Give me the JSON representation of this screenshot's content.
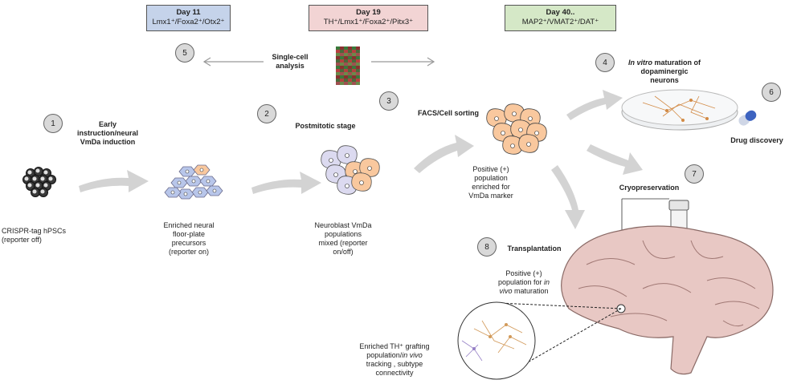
{
  "days": [
    {
      "title": "Day 11",
      "markers": "Lmx1⁺/Foxa2⁺/Otx2⁺",
      "color": "#c5d3ea"
    },
    {
      "title": "Day 19",
      "markers": "TH⁺/Lmx1⁺/Foxa2⁺/Pitx3⁺",
      "color": "#f2d4d4"
    },
    {
      "title": "Day 40..",
      "markers": "MAP2⁺/VMAT2⁺/DAT⁺",
      "color": "#d5e8c7"
    }
  ],
  "steps": {
    "s1": {
      "num": "1",
      "label_l1": "Early",
      "label_l2": "instruction/neural",
      "label_l3": "VmDa induction"
    },
    "s2": {
      "num": "2",
      "label": "Postmitotic stage"
    },
    "s3": {
      "num": "3",
      "label": "FACS/Cell sorting"
    },
    "s4": {
      "num": "4",
      "label_italic": "In vitro",
      "label_rest": " maturation of",
      "label_l2": "dopaminergic",
      "label_l3": "neurons"
    },
    "s5": {
      "num": "5",
      "label_l1": "Single-cell",
      "label_l2": "analysis"
    },
    "s6": {
      "num": "6",
      "label": "Drug discovery"
    },
    "s7": {
      "num": "7",
      "label": "Cryopreservation"
    },
    "s8": {
      "num": "8",
      "label": "Transplantation"
    }
  },
  "captions": {
    "hpsc_l1": "CRISPR-tag hPSCs",
    "hpsc_l2": "(reporter off)",
    "fp_l1": "Enriched  neural",
    "fp_l2": "floor-plate",
    "fp_l3": "precursors",
    "fp_l4": "(reporter on)",
    "nb_l1": "Neuroblast VmDa",
    "nb_l2": "populations",
    "nb_l3": "mixed (reporter",
    "nb_l4": "on/off)",
    "pos_l1": "Positive (+)",
    "pos_l2": "population",
    "pos_l3": "enriched for",
    "pos_l4": "VmDa marker",
    "tr_l1": "Positive (+)",
    "tr_l2a": "population for ",
    "tr_l2b": "in",
    "tr_l3a": "vivo",
    "tr_l3b": " maturation",
    "gr_l1": "Enriched  TH⁺ grafting",
    "gr_l2a": "population/",
    "gr_l2b": "in vivo",
    "gr_l3": "tracking , subtype",
    "gr_l4": "connectivity"
  },
  "colors": {
    "cell_orange": "#f9c89e",
    "cell_lavender": "#dcdaf0",
    "cell_blue": "#b8c6ea",
    "arrow_gray": "#d3d3d3",
    "circle_gray": "#d9d9d9",
    "brain_pink": "#e8c8c4"
  }
}
